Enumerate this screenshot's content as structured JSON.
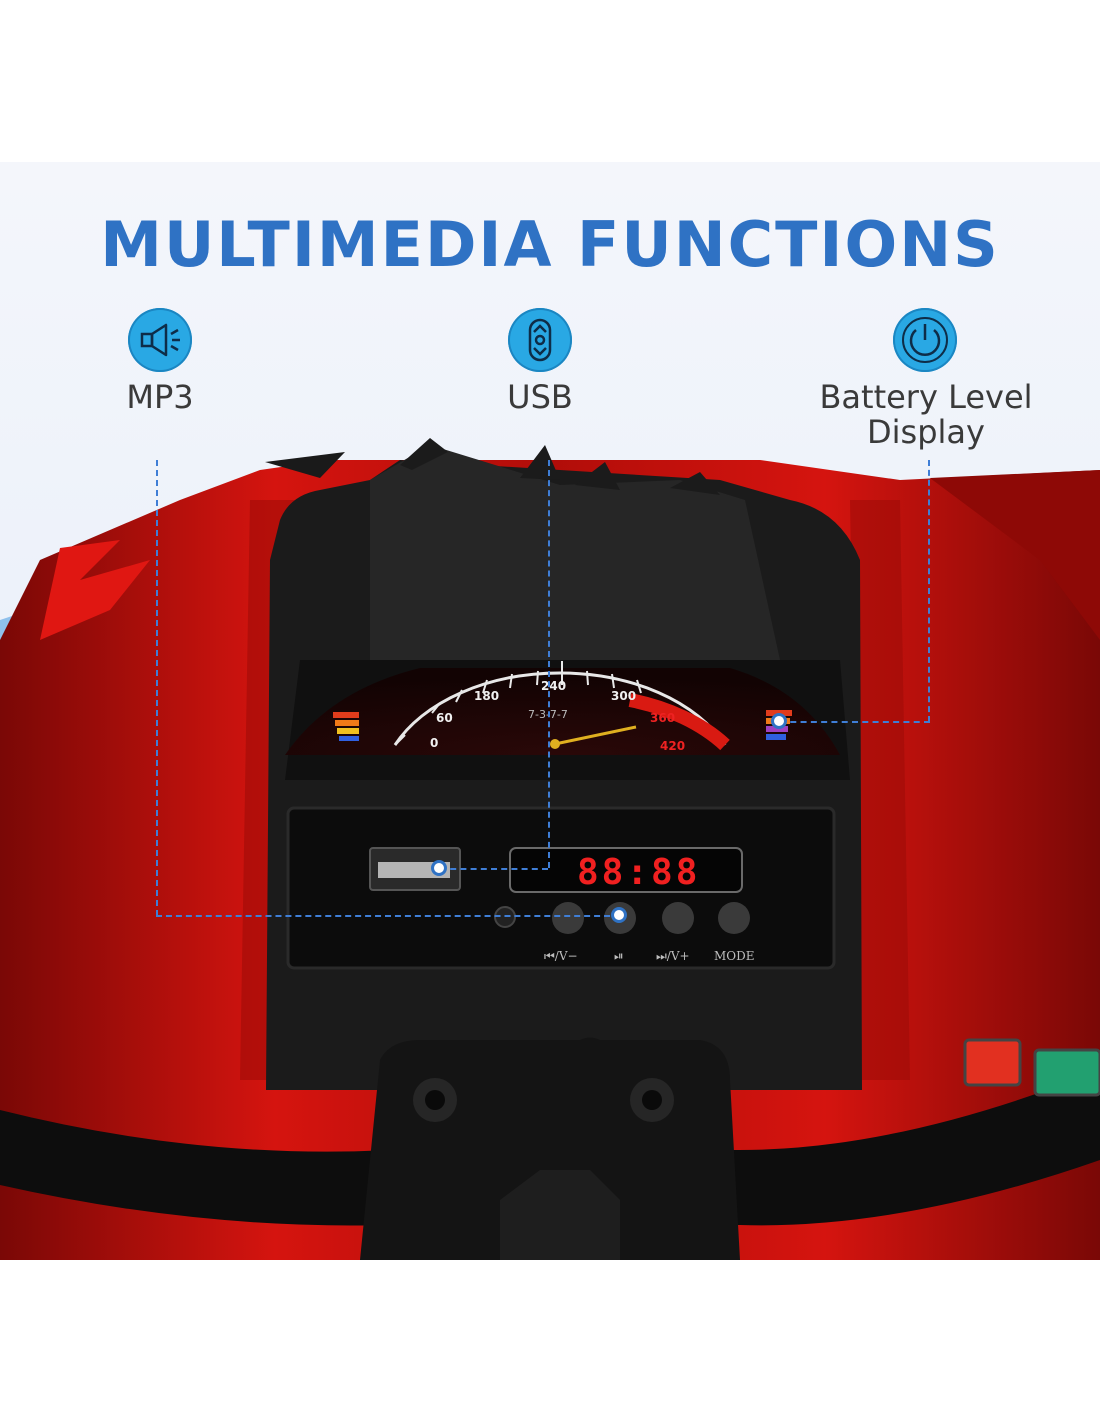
{
  "title": "MULTIMEDIA FUNCTIONS",
  "features": [
    {
      "label": "MP3",
      "icon": "speaker-icon"
    },
    {
      "label": "USB",
      "icon": "usb-updown-icon"
    },
    {
      "label_line1": "Battery Level",
      "label_line2": "Display",
      "icon": "power-icon"
    }
  ],
  "speedometer": {
    "ticks": [
      "0",
      "60",
      "180",
      "240",
      "300",
      "360",
      "420"
    ],
    "odometer": "7-3-7-7"
  },
  "display": {
    "time": "88:88"
  },
  "buttons": [
    {
      "label": "⏮/V−"
    },
    {
      "label": "⏯"
    },
    {
      "label": "⏭/V+"
    },
    {
      "label": "MODE"
    }
  ],
  "colors": {
    "accent": "#2f72c4",
    "icon_bg": "#29a8e4",
    "body_red": "#c8100c"
  }
}
